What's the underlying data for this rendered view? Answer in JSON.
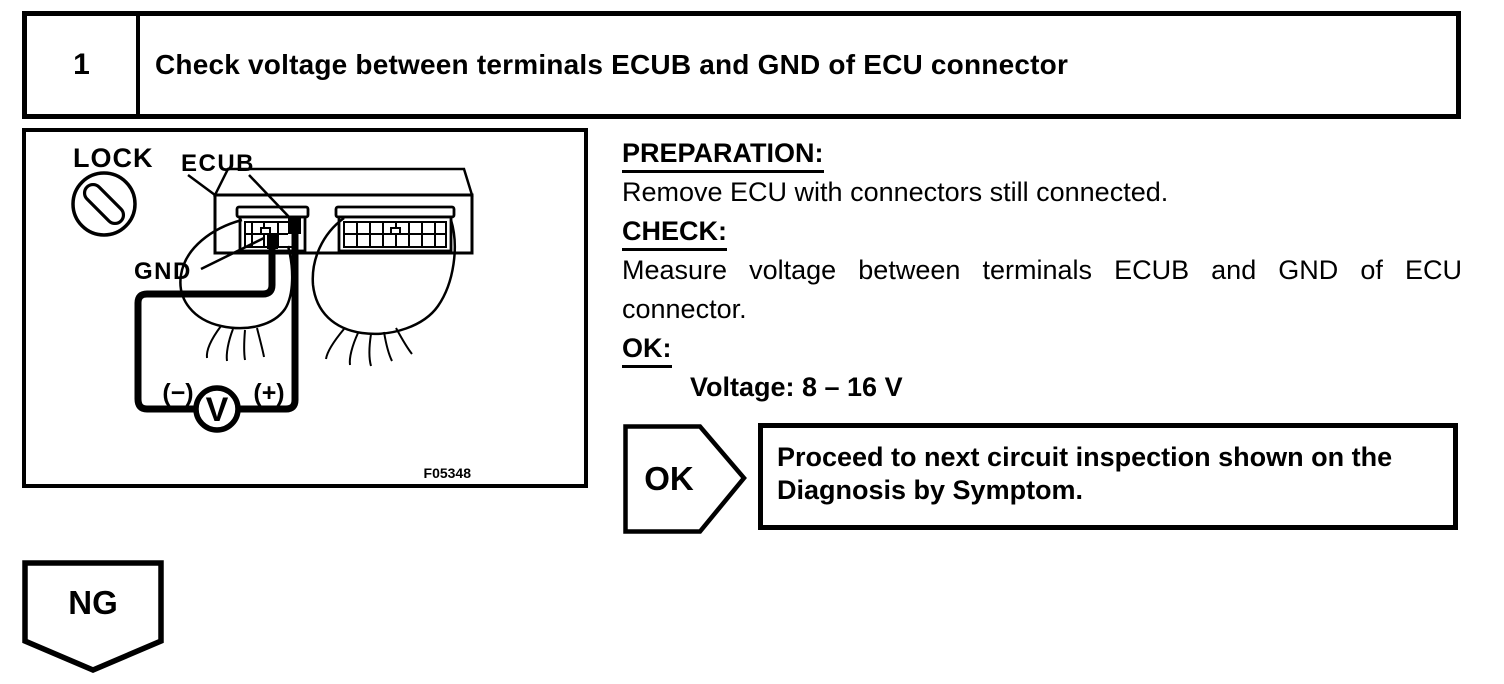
{
  "page": {
    "background": "#ffffff",
    "ink": "#000000"
  },
  "step_header": {
    "number": "1",
    "title": "Check voltage between terminals ECUB and GND of ECU connector"
  },
  "figure": {
    "labels": {
      "lock": "LOCK",
      "ecub": "ECUB",
      "gnd": "GND",
      "voltmeter": "V",
      "probe_minus": "(−)",
      "probe_plus": "(+)"
    },
    "code": "F05348"
  },
  "instructions": {
    "preparation_label": "PREPARATION:",
    "preparation_body": "Remove ECU with connectors still connected.",
    "check_label": "CHECK:",
    "check_body_line1": "Measure voltage between terminals ECUB and GND of ECU",
    "check_body_line2": "connector.",
    "ok_label": "OK:",
    "ok_spec": "Voltage: 8 – 16 V"
  },
  "ok_result": {
    "badge": "OK",
    "line1": "Proceed to next circuit inspection shown on the",
    "line2": "Diagnosis by Symptom."
  },
  "ng_result": {
    "badge": "NG"
  }
}
